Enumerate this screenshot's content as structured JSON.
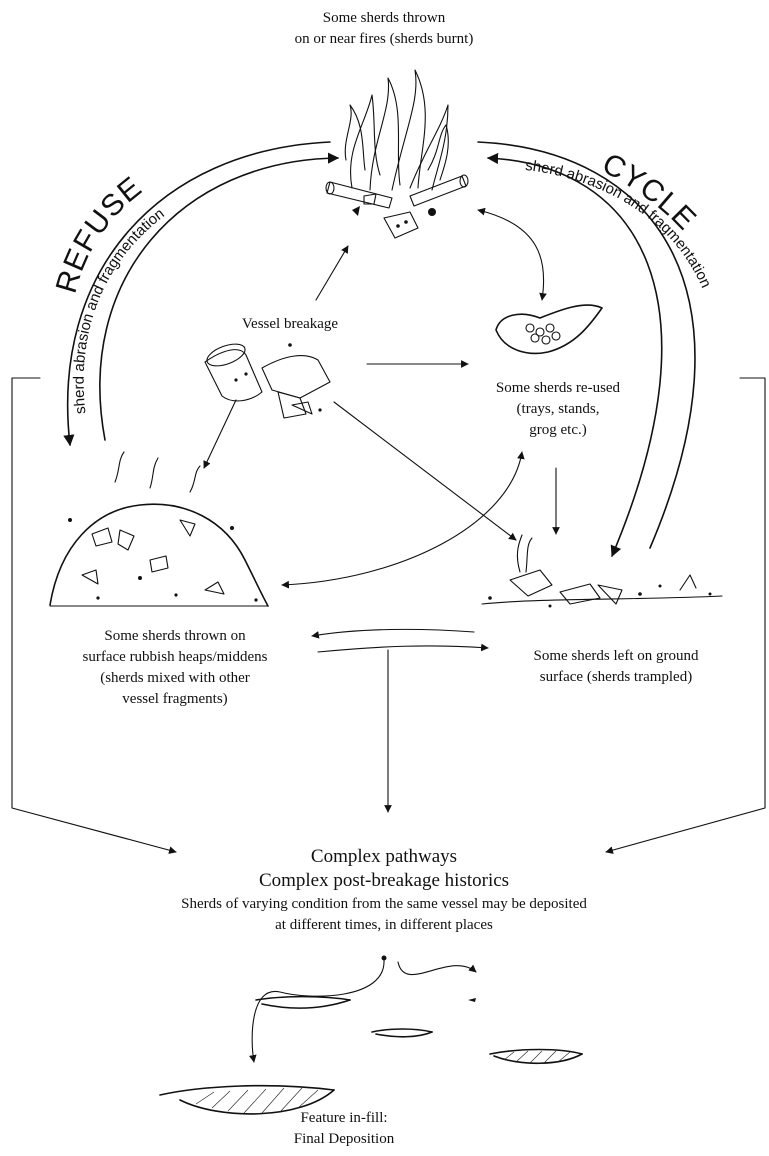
{
  "labels": {
    "fire": "Some sherds thrown\non or near fires (sherds burnt)",
    "breakage": "Vessel breakage",
    "reused": "Some sherds re-used\n(trays, stands,\ngrog etc.)",
    "rubbish": "Some sherds thrown on\nsurface rubbish heaps/middens\n(sherds mixed with other\nvessel fragments)",
    "ground": "Some sherds left on ground\nsurface (sherds trampled)",
    "complex_title": "Complex pathways",
    "complex_subtitle": "Complex post-breakage historics",
    "complex_note": "Sherds of varying condition from the same vessel may be deposited\nat different times, in different places",
    "final": "Feature in-fill:\nFinal Deposition"
  },
  "cycle": {
    "left_word": "REFUSE",
    "right_word": "CYCLE",
    "left_band": "sherd abrasion and fragmentation",
    "right_band": "sherd abrasion and fragmentation"
  },
  "icons": {
    "fire": "campfire-icon",
    "vessel": "broken-vessel-icon",
    "sherd": "reused-sherd-icon",
    "heap": "rubbish-heap-icon",
    "ground": "ground-surface-icon",
    "pits": "feature-pit-icon"
  },
  "colors": {
    "ink": "#111111",
    "paper": "#ffffff"
  }
}
